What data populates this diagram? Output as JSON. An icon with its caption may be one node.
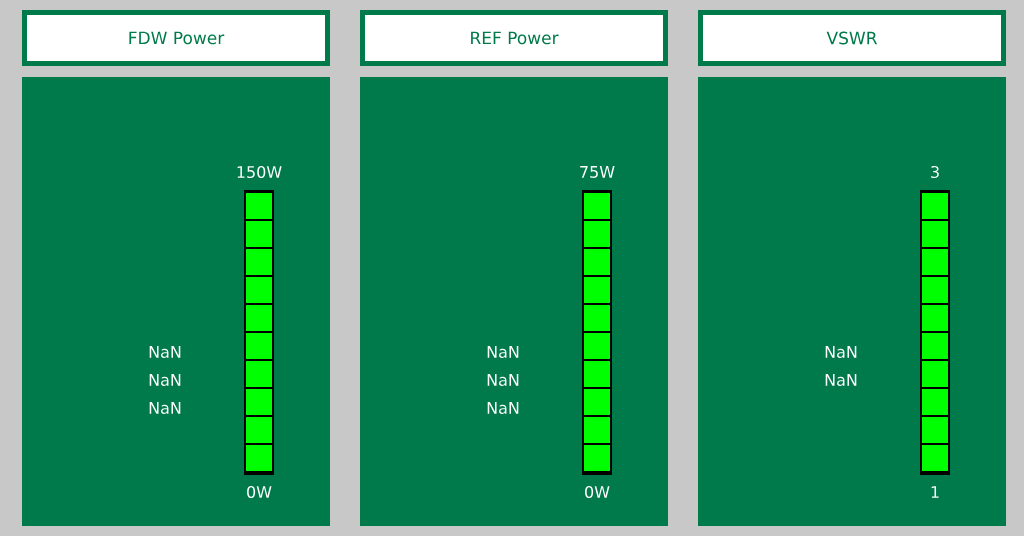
{
  "diagram": {
    "nodes": [
      {
        "text": [
          "FDW Power"
        ]
      },
      {
        "text": [
          "NaN",
          "NaN",
          "NaN"
        ]
      },
      {
        "text": [],
        "shape": "bar",
        "in": 1,
        "beside": [
          "150W",
          "0W"
        ]
      },
      {
        "text": [
          "REF Power"
        ]
      },
      {
        "text": [
          "NaN",
          "NaN",
          "NaN"
        ]
      },
      {
        "text": [],
        "shape": "bar",
        "in": 4,
        "beside": [
          "75W",
          "0W"
        ]
      },
      {
        "text": [
          "VSWR"
        ]
      },
      {
        "text": [
          "NaN",
          "NaN"
        ]
      },
      {
        "text": [],
        "shape": "bar",
        "in": 7,
        "beside": [
          "3",
          "1"
        ]
      }
    ]
  }
}
